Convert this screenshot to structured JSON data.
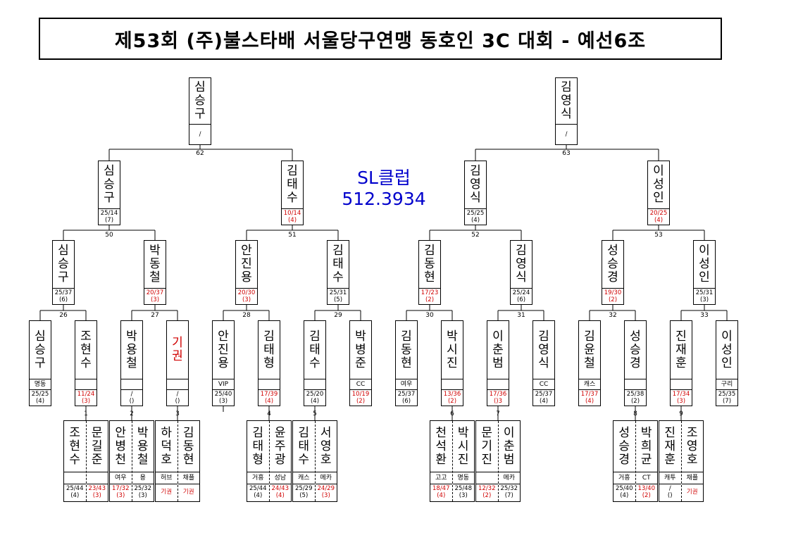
{
  "title": "제53회 (주)불스타배 서울당구연맹 동호인 3C 대회 - 예선6조",
  "sponsor": {
    "name": "SL클럽",
    "phone": "512.3934",
    "color": "#0000cc"
  },
  "colors": {
    "highlight": "#d00000"
  },
  "finals": [
    {
      "name": "심승구",
      "mark": "/"
    },
    {
      "name": "김영식",
      "mark": "/"
    }
  ],
  "semifinal_numbers": [
    "62",
    "63"
  ],
  "semis": [
    {
      "name": "심승구",
      "score": "25/14",
      "rank": "(7)",
      "red": false
    },
    {
      "name": "김태수",
      "score": "10/14",
      "rank": "(4)",
      "red": true
    },
    {
      "name": "김영식",
      "score": "25/25",
      "rank": "(4)",
      "red": false
    },
    {
      "name": "이성인",
      "score": "20/25",
      "rank": "(4)",
      "red": true
    }
  ],
  "quarter_numbers": [
    "50",
    "51",
    "52",
    "53"
  ],
  "quarters": [
    {
      "name": "심승구",
      "score": "25/37",
      "rank": "(6)",
      "red": false
    },
    {
      "name": "박동철",
      "score": "20/37",
      "rank": "(3)",
      "red": true
    },
    {
      "name": "안진용",
      "score": "20/30",
      "rank": "(3)",
      "red": true
    },
    {
      "name": "김태수",
      "score": "25/31",
      "rank": "(5)",
      "red": false
    },
    {
      "name": "김동현",
      "score": "17/23",
      "rank": "(2)",
      "red": true
    },
    {
      "name": "김영식",
      "score": "25/24",
      "rank": "(6)",
      "red": false
    },
    {
      "name": "성승경",
      "score": "19/30",
      "rank": "(2)",
      "red": true
    },
    {
      "name": "이성인",
      "score": "25/31",
      "rank": "(3)",
      "red": false
    }
  ],
  "r16_numbers": [
    "26",
    "27",
    "28",
    "29",
    "30",
    "31",
    "32",
    "33"
  ],
  "r16": [
    {
      "name": "심승구",
      "club": "명동",
      "score": "25/25",
      "rank": "(4)",
      "red": false,
      "namered": false
    },
    {
      "name": "조현수",
      "club": "",
      "score": "11/24",
      "rank": "(3)",
      "red": true,
      "namered": false
    },
    {
      "name": "박용철",
      "club": "",
      "score": "/",
      "rank": "()",
      "red": false,
      "namered": false
    },
    {
      "name": "기권",
      "club": "",
      "score": "/",
      "rank": "()",
      "red": false,
      "namered": true
    },
    {
      "name": "안진용",
      "club": "VIP",
      "score": "25/40",
      "rank": "(3)",
      "red": false,
      "namered": false
    },
    {
      "name": "김태형",
      "club": "",
      "score": "17/39",
      "rank": "(4)",
      "red": true,
      "namered": false
    },
    {
      "name": "김태수",
      "club": "",
      "score": "25/20",
      "rank": "(4)",
      "red": false,
      "namered": false
    },
    {
      "name": "박병준",
      "club": "CC",
      "score": "10/19",
      "rank": "(2)",
      "red": true,
      "namered": false
    },
    {
      "name": "김동현",
      "club": "여우",
      "score": "25/37",
      "rank": "(6)",
      "red": false,
      "namered": false
    },
    {
      "name": "박시진",
      "club": "",
      "score": "13/36",
      "rank": "(2)",
      "red": true,
      "namered": false
    },
    {
      "name": "이춘범",
      "club": "",
      "score": "17/36",
      "rank": "()3",
      "red": true,
      "namered": false
    },
    {
      "name": "김영식",
      "club": "CC",
      "score": "25/37",
      "rank": "(4)",
      "red": false,
      "namered": false
    },
    {
      "name": "김윤철",
      "club": "캐스",
      "score": "17/37",
      "rank": "(4)",
      "red": true,
      "namered": false
    },
    {
      "name": "성승경",
      "club": "",
      "score": "25/38",
      "rank": "(2)",
      "red": false,
      "namered": false
    },
    {
      "name": "진재훈",
      "club": "",
      "score": "17/34",
      "rank": "(3)",
      "red": true,
      "namered": false
    },
    {
      "name": "이성인",
      "club": "구리",
      "score": "25/35",
      "rank": "(7)",
      "red": false,
      "namered": false
    }
  ],
  "prelim_numbers": [
    "1",
    "2",
    "3",
    "4",
    "5",
    "6",
    "7",
    "8",
    "9"
  ],
  "prelims": [
    {
      "a": {
        "name": "조현수",
        "club": "",
        "score": "25/44",
        "rank": "(4)",
        "red": false
      },
      "b": {
        "name": "문길준",
        "club": "",
        "score": "23/43",
        "rank": "(3)",
        "red": true
      }
    },
    {
      "a": {
        "name": "안병천",
        "club": "여우",
        "score": "17/32",
        "rank": "(3)",
        "red": true
      },
      "b": {
        "name": "박용철",
        "club": "용",
        "score": "25/32",
        "rank": "(3)",
        "red": false
      }
    },
    {
      "a": {
        "name": "하덕호",
        "club": "허브",
        "score": "기권",
        "rank": "",
        "red": true
      },
      "b": {
        "name": "김동현",
        "club": "채플",
        "score": "기권",
        "rank": "",
        "red": true
      }
    },
    {
      "a": {
        "name": "김태형",
        "club": "거흥",
        "score": "25/44",
        "rank": "(4)",
        "red": false
      },
      "b": {
        "name": "윤주광",
        "club": "성남",
        "score": "24/43",
        "rank": "(4)",
        "red": true
      }
    },
    {
      "a": {
        "name": "김태수",
        "club": "캐스",
        "score": "25/29",
        "rank": "(5)",
        "red": false
      },
      "b": {
        "name": "서영호",
        "club": "메카",
        "score": "24/29",
        "rank": "(3)",
        "red": true
      }
    },
    {
      "a": {
        "name": "천석환",
        "club": "고고",
        "score": "18/47",
        "rank": "(4)",
        "red": true
      },
      "b": {
        "name": "박시진",
        "club": "명동",
        "score": "25/48",
        "rank": "(3)",
        "red": false
      }
    },
    {
      "a": {
        "name": "문기진",
        "club": "",
        "score": "12/32",
        "rank": "(2)",
        "red": true
      },
      "b": {
        "name": "이춘범",
        "club": "메카",
        "score": "25/32",
        "rank": "(7)",
        "red": false
      }
    },
    {
      "a": {
        "name": "성승경",
        "club": "거흥",
        "score": "25/40",
        "rank": "(4)",
        "red": false
      },
      "b": {
        "name": "박희균",
        "club": "CT",
        "score": "13/40",
        "rank": "(2)",
        "red": true
      }
    },
    {
      "a": {
        "name": "진재훈",
        "club": "캐투",
        "score": "/",
        "rank": "()",
        "red": false
      },
      "b": {
        "name": "조영호",
        "club": "채플",
        "score": "기권",
        "rank": "",
        "red": true
      }
    }
  ]
}
